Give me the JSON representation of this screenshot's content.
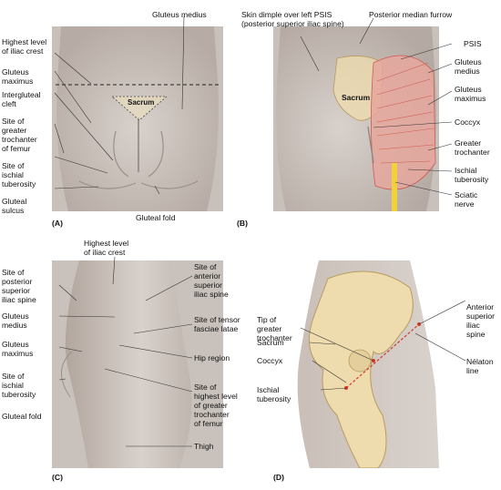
{
  "panels": {
    "A": {
      "id": "(A)",
      "labels": {
        "gluteus_medius": "Gluteus medius",
        "highest_iliac_crest": "Highest level\nof iliac crest",
        "gluteus_maximus": "Gluteus\nmaximus",
        "intergluteal_cleft": "Intergluteal\ncleft",
        "greater_trochanter": "Site of\ngreater\ntrochanter\nof femur",
        "ischial_tuberosity": "Site of\nischial\ntuberosity",
        "gluteal_sulcus": "Gluteal\nsulcus",
        "gluteal_fold": "Gluteal fold",
        "sacrum": "Sacrum"
      }
    },
    "B": {
      "id": "(B)",
      "labels": {
        "skin_dimple": "Skin dimple over left PSIS\n(posterior superior iliac spine)",
        "posterior_median_furrow": "Posterior median furrow",
        "psis": "PSIS",
        "gluteus_medius": "Gluteus\nmedius",
        "gluteus_maximus": "Gluteus\nmaximus",
        "coccyx": "Coccyx",
        "greater_trochanter": "Greater\ntrochanter",
        "ischial_tuberosity": "Ischial\ntuberosity",
        "sciatic_nerve": "Sciatic\nnerve",
        "sacrum": "Sacrum"
      }
    },
    "C": {
      "id": "(C)",
      "labels": {
        "highest_iliac_crest": "Highest level\nof iliac crest",
        "psis_site": "Site of\nposterior\nsuperior\niliac spine",
        "asis_site": "Site of\nanterior\nsuperior\niliac spine",
        "gluteus_medius": "Gluteus\nmedius",
        "tensor_fasciae": "Site of tensor\nfasciae latae",
        "gluteus_maximus": "Gluteus\nmaximus",
        "hip_region": "Hip region",
        "ischial_tuberosity": "Site of\nischial\ntuberosity",
        "highest_trochanter": "Site of\nhighest level\nof greater\ntrochanter\nof femur",
        "gluteal_fold": "Gluteal fold",
        "thigh": "Thigh"
      }
    },
    "D": {
      "id": "(D)",
      "labels": {
        "tip_trochanter": "Tip of\ngreater\ntrochanter",
        "asis": "Anterior\nsuperior\niliac\nspine",
        "sacrum": "Sacrum",
        "coccyx": "Coccyx",
        "nelaton": "Nélaton\nline",
        "ischial_tuberosity": "Ischial\ntuberosity"
      }
    }
  },
  "colors": {
    "skin": "#cfc8c3",
    "skin_shadow": "#b9afa8",
    "bone": "#efdcae",
    "bone_edge": "#b89a5e",
    "muscle": "#e6a79c",
    "muscle_line": "#cf5a52",
    "nerve": "#f2d23c",
    "dashed_line": "#222222",
    "nelaton_line": "#d43a2a",
    "leader": "#333333"
  }
}
